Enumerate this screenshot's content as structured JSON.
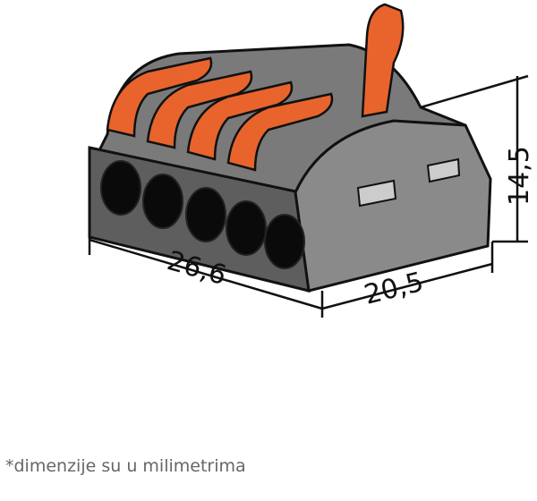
{
  "dimensions": {
    "length": "26,6",
    "width": "20,5",
    "height": "14,5"
  },
  "footnote": "*dimenzije su u milimetrima",
  "colors": {
    "body": "#6b6b6b",
    "lever": "#e8642c",
    "outline": "#111111"
  }
}
